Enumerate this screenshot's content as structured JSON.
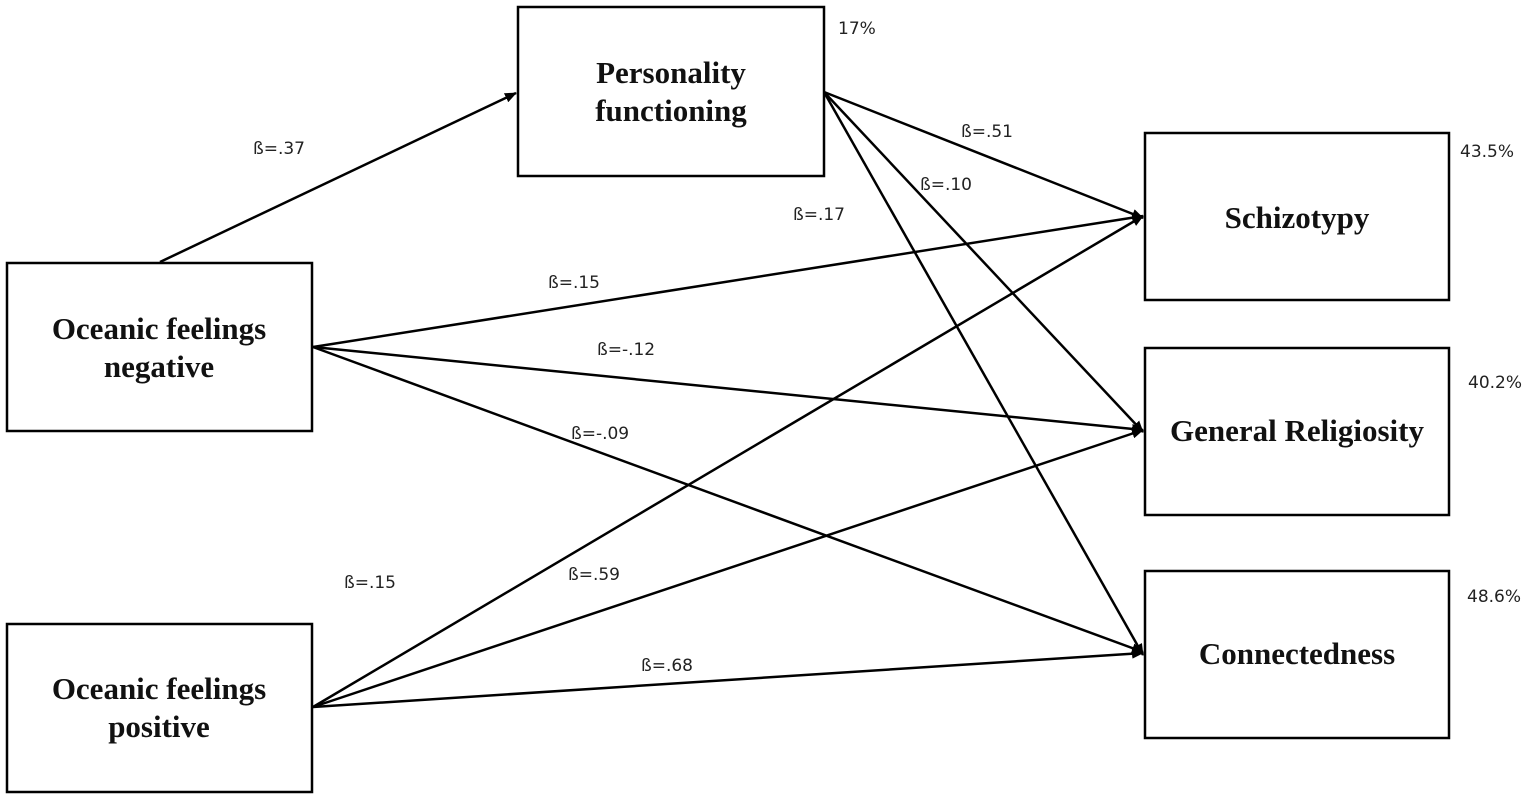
{
  "nodes": {
    "personality": {
      "lines": [
        "Personality",
        "functioning"
      ],
      "r2": "17%"
    },
    "ofn": {
      "lines": [
        "Oceanic feelings",
        "negative"
      ]
    },
    "ofp": {
      "lines": [
        "Oceanic feelings",
        "positive"
      ]
    },
    "schizotypy": {
      "lines": [
        "Schizotypy"
      ],
      "r2": "43.5%"
    },
    "religiosity": {
      "lines": [
        "General Religiosity"
      ],
      "r2": "40.2%"
    },
    "connectedness": {
      "lines": [
        "Connectedness"
      ],
      "r2": "48.6%"
    }
  },
  "paths": [
    {
      "id": "ofn-pf",
      "from": "ofn",
      "to": "personality",
      "label": "ß=.37"
    },
    {
      "id": "pf-sch",
      "from": "personality",
      "to": "schizotypy",
      "label": "ß=.51"
    },
    {
      "id": "pf-rel",
      "from": "personality",
      "to": "religiosity",
      "label": "ß=.10"
    },
    {
      "id": "pf-con",
      "from": "personality",
      "to": "connectedness",
      "label": "ß=.17"
    },
    {
      "id": "ofn-sch",
      "from": "ofn",
      "to": "schizotypy",
      "label": "ß=.15"
    },
    {
      "id": "ofn-rel",
      "from": "ofn",
      "to": "religiosity",
      "label": "ß=-.12"
    },
    {
      "id": "ofn-con",
      "from": "ofn",
      "to": "connectedness",
      "label": "ß=-.09"
    },
    {
      "id": "ofp-sch",
      "from": "ofp",
      "to": "schizotypy",
      "label": "ß=.15"
    },
    {
      "id": "ofp-rel",
      "from": "ofp",
      "to": "religiosity",
      "label": "ß=.59"
    },
    {
      "id": "ofp-con",
      "from": "ofp",
      "to": "connectedness",
      "label": "ß=.68"
    }
  ]
}
